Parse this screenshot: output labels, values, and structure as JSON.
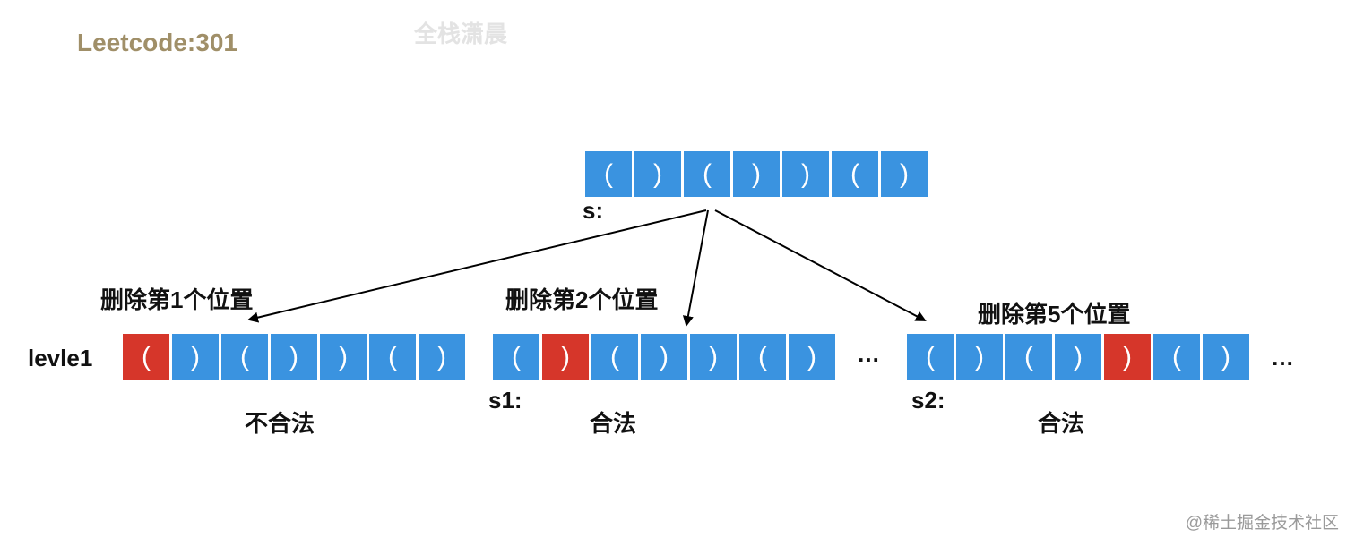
{
  "title": "Leetcode:301",
  "watermark": "全栈潇晨",
  "root": {
    "label": "s:",
    "cells": [
      "(",
      ")",
      "(",
      ")",
      ")",
      "(",
      ")"
    ]
  },
  "level_label": "levle1",
  "branches": [
    {
      "delete_label": "删除第1个位置",
      "cells": [
        "(",
        ")",
        "(",
        ")",
        ")",
        "(",
        ")"
      ],
      "removed_index": 0,
      "name_label": "",
      "result": "不合法"
    },
    {
      "delete_label": "删除第2个位置",
      "cells": [
        "(",
        ")",
        "(",
        ")",
        ")",
        "(",
        ")"
      ],
      "removed_index": 1,
      "name_label": "s1:",
      "result": "合法"
    },
    {
      "delete_label": "删除第5个位置",
      "cells": [
        "(",
        ")",
        "(",
        ")",
        ")",
        "(",
        ")"
      ],
      "removed_index": 4,
      "name_label": "s2:",
      "result": "合法"
    }
  ],
  "ellipsis_1": "…",
  "ellipsis_2": "…",
  "footer": "@稀土掘金技术社区"
}
